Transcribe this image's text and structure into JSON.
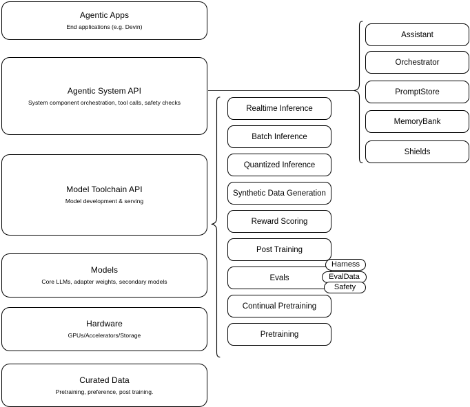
{
  "diagram": {
    "title": "AI stack layered architecture diagram",
    "line_color": "#000000",
    "background_color": "#ffffff"
  },
  "layers": [
    {
      "title": "Agentic Apps",
      "subtitle": "End applications (e.g. Devin)"
    },
    {
      "title": "Agentic System API",
      "subtitle": "System component orchestration, tool calls, safety checks"
    },
    {
      "title": "Model Toolchain API",
      "subtitle": "Model development & serving"
    },
    {
      "title": "Models",
      "subtitle": "Core LLMs, adapter weights, secondary models"
    },
    {
      "title": "Hardware",
      "subtitle": "GPUs/Accelerators/Storage"
    },
    {
      "title": "Curated Data",
      "subtitle": "Pretraining, preference, post training."
    }
  ],
  "toolchain_components": [
    {
      "label": "Realtime Inference"
    },
    {
      "label": "Batch Inference"
    },
    {
      "label": "Quantized Inference"
    },
    {
      "label": "Synthetic Data Generation"
    },
    {
      "label": "Reward Scoring"
    },
    {
      "label": "Post Training"
    },
    {
      "label": "Evals"
    },
    {
      "label": "Continual Pretraining"
    },
    {
      "label": "Pretraining"
    }
  ],
  "evals_subcomponents": [
    {
      "label": "Harness"
    },
    {
      "label": "EvalData"
    },
    {
      "label": "Safety"
    }
  ],
  "system_components": [
    {
      "label": "Assistant"
    },
    {
      "label": "Orchestrator"
    },
    {
      "label": "PromptStore"
    },
    {
      "label": "MemoryBank"
    },
    {
      "label": "Shields"
    }
  ]
}
